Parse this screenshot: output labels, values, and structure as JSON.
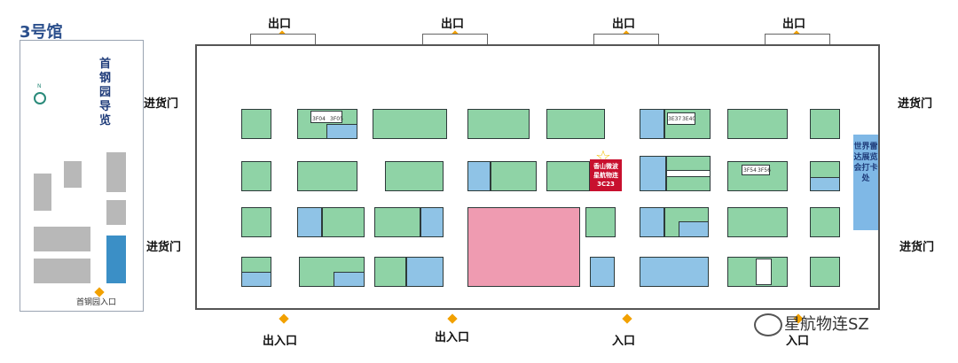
{
  "hall_title": "3号馆",
  "guide": {
    "title": "首钢园导览",
    "north": "N",
    "entry": "首钢园入口"
  },
  "exits_top": [
    "出口",
    "出口",
    "出口",
    "出口"
  ],
  "side_doors": {
    "left_upper": "进货门",
    "left_lower": "进货门",
    "right_upper": "进货门",
    "right_lower": "进货门"
  },
  "bottom_entries": [
    "出入口",
    "出入口",
    "入口",
    "入口"
  ],
  "booth_labels": [
    "3F04",
    "3F05",
    "3E37",
    "3E40",
    "3F54",
    "3F56"
  ],
  "highlight_booth": {
    "lines": [
      "香山微波",
      "星航物连",
      "3C23"
    ]
  },
  "world_sign": "世界雷达展览会打卡处",
  "watermark": "星航物连SZ",
  "colors": {
    "stand": "#8fd3a6",
    "stand_alt": "#8fc3e6",
    "feature": "#ef9bb1",
    "highlight": "#c8102e"
  }
}
